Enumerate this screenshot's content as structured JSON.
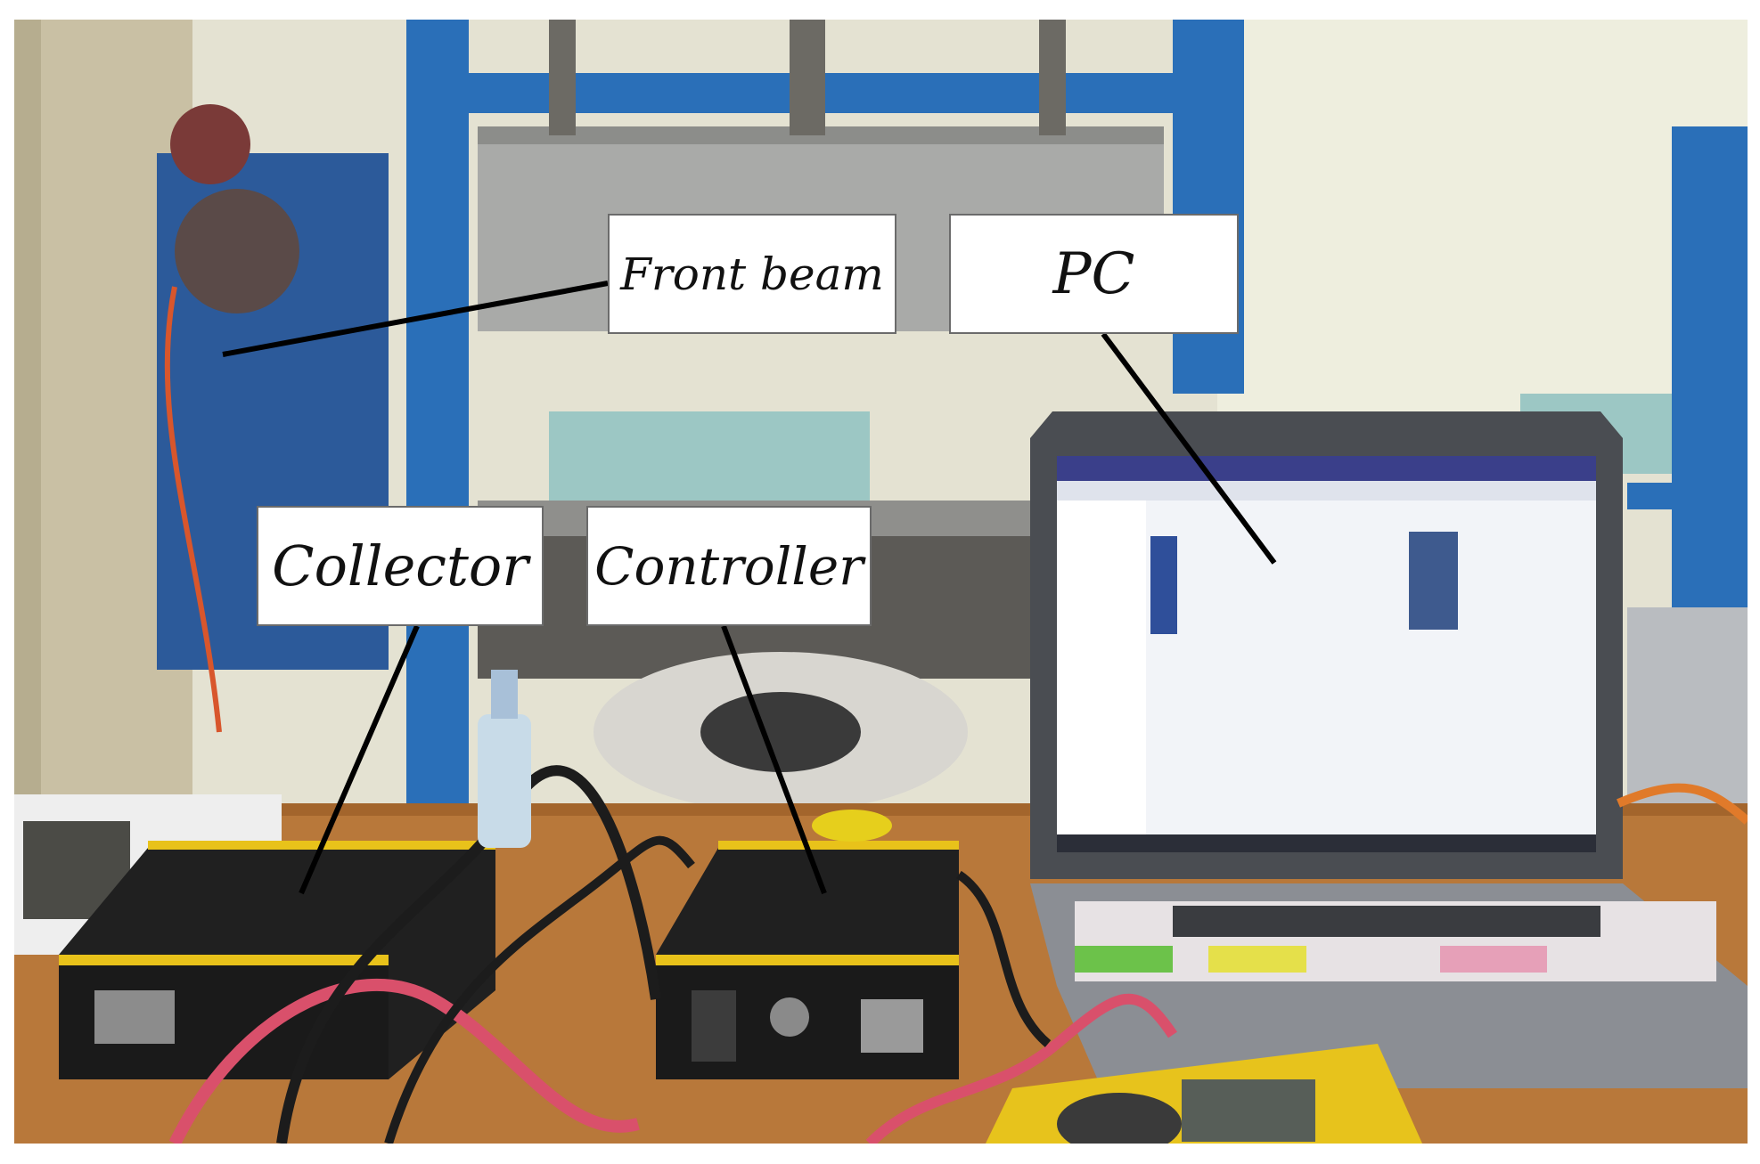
{
  "figure": {
    "labels": {
      "front_beam": "Front beam",
      "pc": "PC",
      "collector": "Collector",
      "controller": "Controller"
    }
  },
  "colors": {
    "frame_blue": "#2a6fb8",
    "device_black": "#202020",
    "device_yellow": "#e8c21a",
    "bench_wood": "#b8783a",
    "laptop_screen": "#f2f4f8",
    "cable_pink": "#d9506b",
    "callout_border": "#6b6b6b"
  }
}
